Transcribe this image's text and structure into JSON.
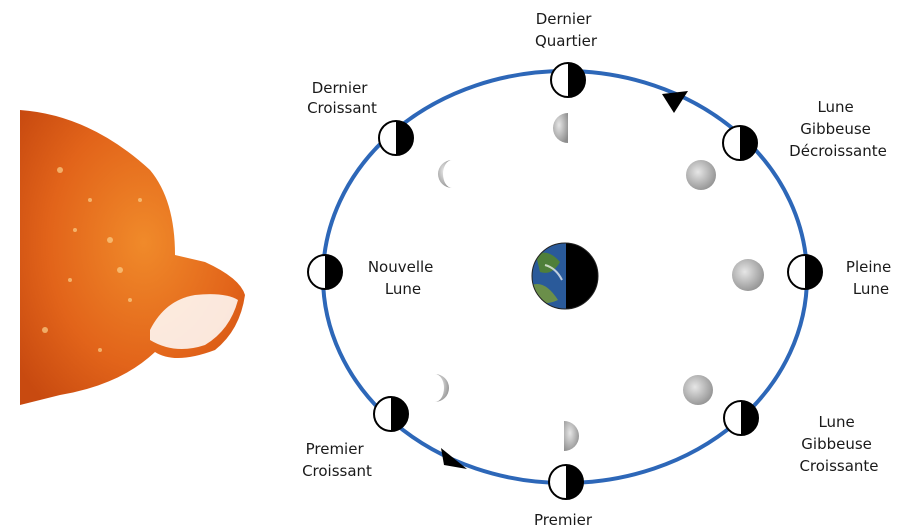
{
  "labels": {
    "dernier_quartier": [
      "Dernier",
      "Quartier"
    ],
    "dernier_croissant": [
      "Dernier",
      "Croissant"
    ],
    "gibbeuse_decroissante": [
      "Lune",
      "Gibbeuse",
      "Décroissante"
    ],
    "nouvelle_lune": [
      "Nouvelle",
      "Lune"
    ],
    "pleine_lune": [
      "Pleine",
      "Lune"
    ],
    "premier_croissant": [
      "Premier",
      "Croissant"
    ],
    "gibbeuse_croissante": [
      "Lune",
      "Gibbeuse",
      "Croissante"
    ],
    "premier_quartier": [
      "Premier"
    ]
  },
  "colors": {
    "orbit": "#2d67b8",
    "sun": "#e2641a",
    "moon_dark": "#000000",
    "moon_lit": "#ffffff",
    "moon_gray": "#9a9a9a"
  },
  "icons": [
    "sun-icon",
    "earth-icon",
    "moon-phase-icon",
    "orbit-direction-arrow-icon"
  ]
}
